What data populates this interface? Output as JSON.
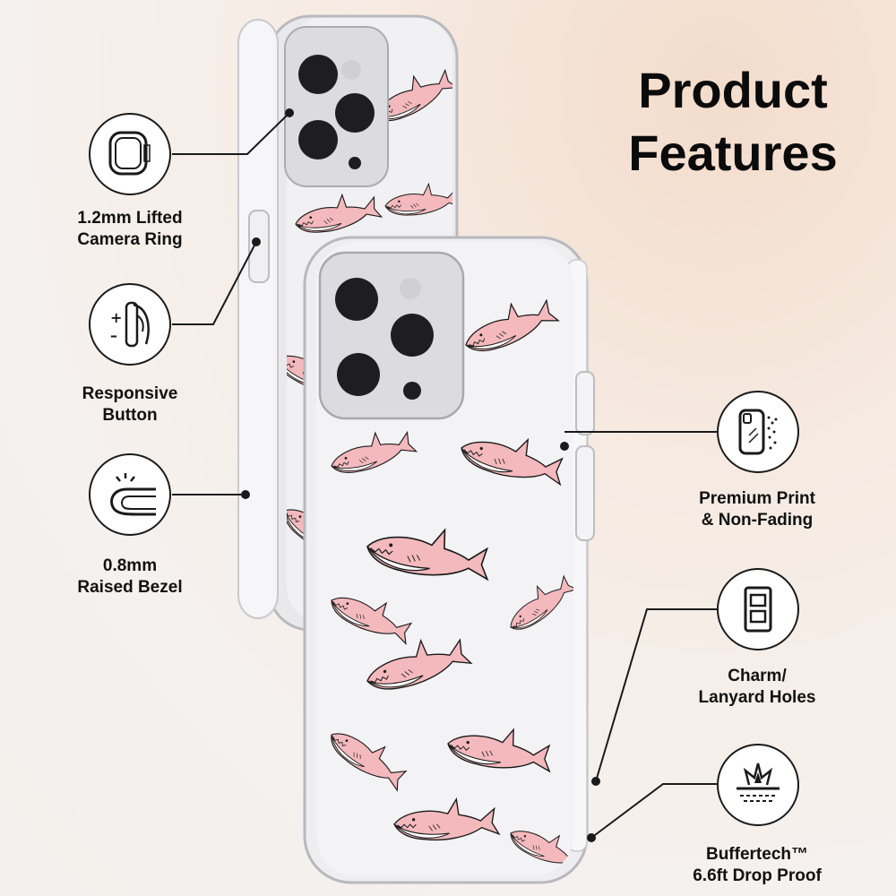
{
  "title": {
    "line1": "Product",
    "line2": "Features"
  },
  "features": {
    "camera_ring": {
      "line1": "1.2mm Lifted",
      "line2": "Camera Ring",
      "icon": "camera-ring-icon"
    },
    "button": {
      "line1": "Responsive",
      "line2": "Button",
      "icon": "responsive-button-icon",
      "plus": "+",
      "minus": "–"
    },
    "bezel": {
      "line1": "0.8mm",
      "line2": "Raised Bezel",
      "icon": "raised-bezel-icon"
    },
    "print": {
      "line1": "Premium Print",
      "line2": "& Non-Fading",
      "icon": "phone-print-icon"
    },
    "lanyard": {
      "line1": "Charm/",
      "line2": "Lanyard Holes",
      "icon": "lanyard-holes-icon"
    },
    "drop": {
      "line1": "Buffertech™",
      "line2": "6.6ft Drop Proof",
      "icon": "drop-impact-icon"
    }
  },
  "colors": {
    "accent_pink": "#f4b9bd",
    "outline": "#1a1a1a",
    "background": "#f4eee9"
  }
}
